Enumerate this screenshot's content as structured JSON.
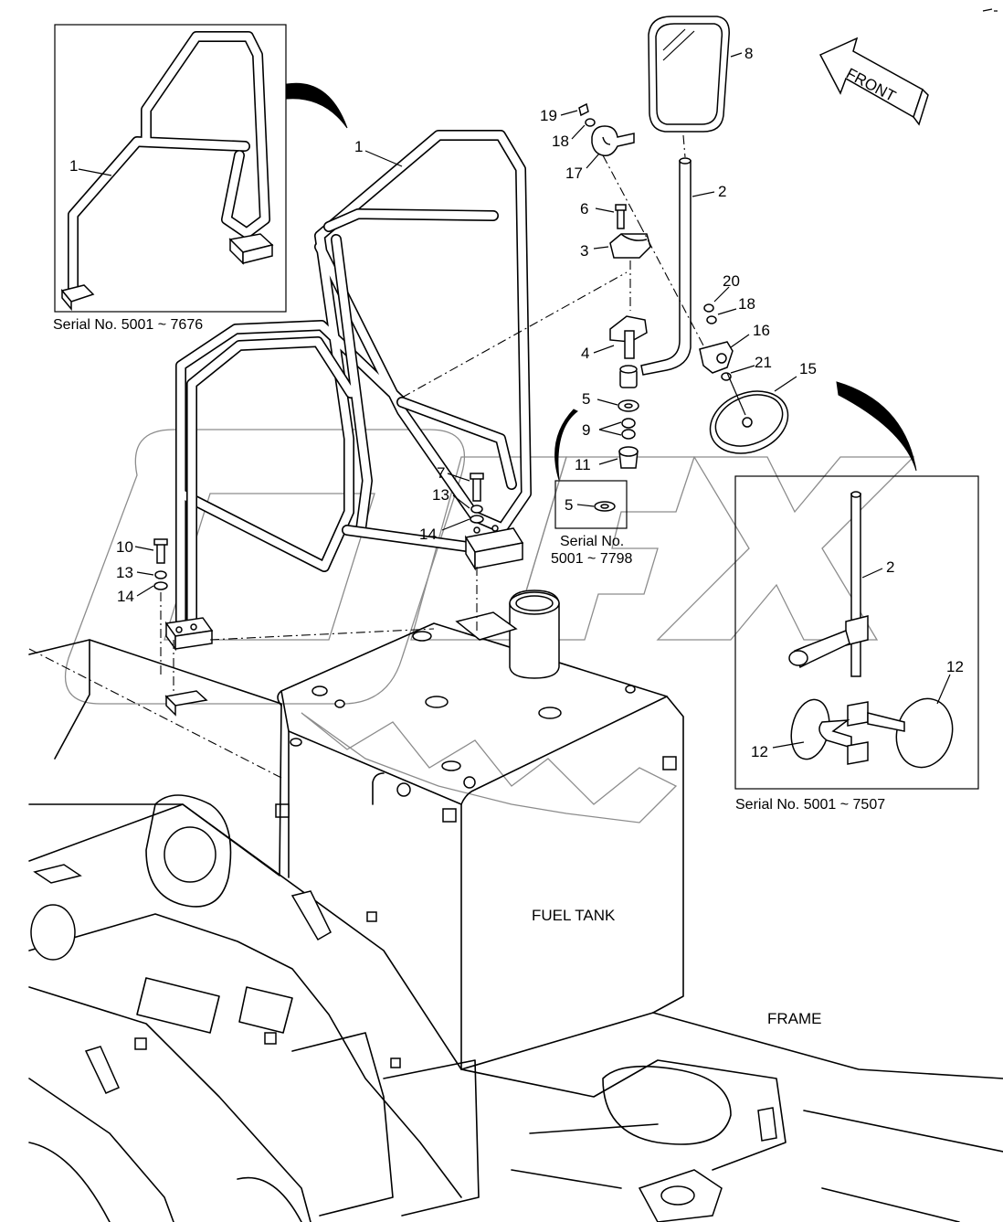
{
  "callouts": {
    "c1_inset": "1",
    "c1_main": "1",
    "c2_top": "2",
    "c2_inset": "2",
    "c3": "3",
    "c4": "4",
    "c5_main": "5",
    "c5_box": "5",
    "c6": "6",
    "c7": "7",
    "c8": "8",
    "c9": "9",
    "c10": "10",
    "c11": "11",
    "c12_a": "12",
    "c12_b": "12",
    "c13_a": "13",
    "c13_b": "13",
    "c14_a": "14",
    "c14_b": "14",
    "c15": "15",
    "c16": "16",
    "c17": "17",
    "c18_a": "18",
    "c18_b": "18",
    "c19": "19",
    "c20": "20",
    "c21": "21"
  },
  "serials": {
    "inset_top_left": "Serial No.  5001 ~ 7676",
    "box_washer_line1": "Serial No.",
    "box_washer_line2": "5001 ~ 7798",
    "inset_right": "Serial No.  5001 ~ 7507"
  },
  "labels": {
    "front": "FRONT",
    "fuel_tank": "FUEL TANK",
    "frame": "FRAME"
  },
  "watermark": "OPEX"
}
